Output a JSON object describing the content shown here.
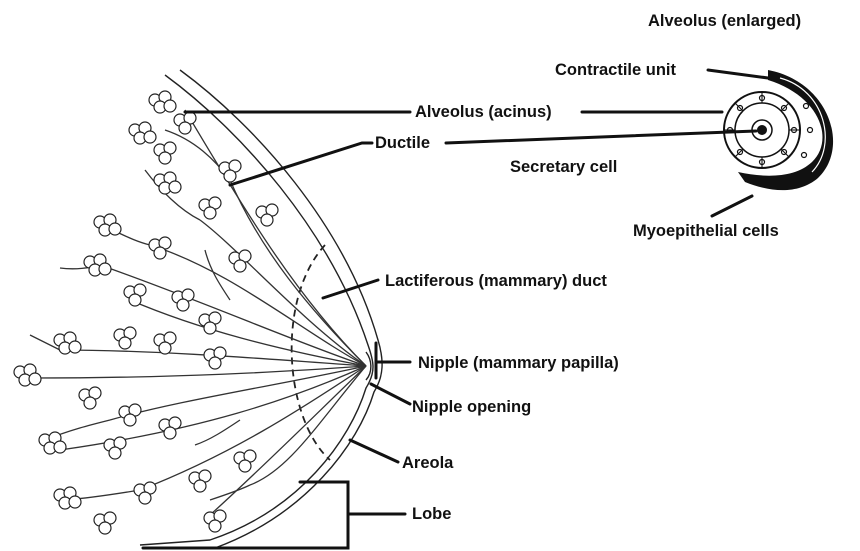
{
  "diagram": {
    "labels": {
      "enlarged": "Alveolus (enlarged)",
      "contractile": "Contractile unit",
      "alveolus": "Alveolus (acinus)",
      "ductile": "Ductile",
      "secretary": "Secretary cell",
      "myo": "Myoepithelial cells",
      "lactiferous": "Lactiferous (mammary) duct",
      "nipple": "Nipple (mammary papilla)",
      "opening": "Nipple opening",
      "areola": "Areola",
      "lobe": "Lobe"
    }
  }
}
